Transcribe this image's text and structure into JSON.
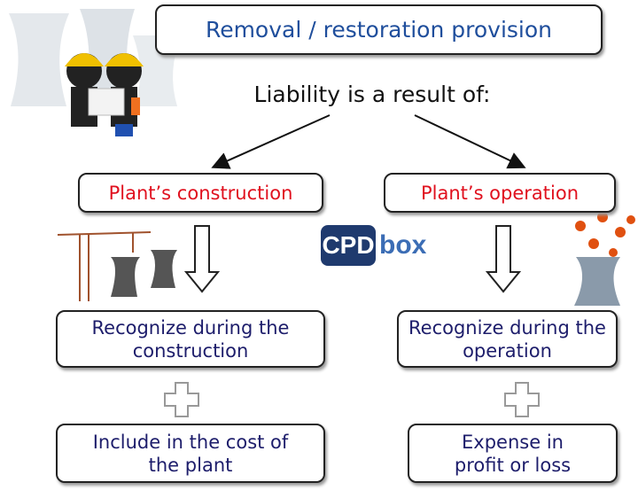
{
  "title": "Removal / restoration provision",
  "subtitle": "Liability is a result of:",
  "branches": [
    {
      "cause": "Plant’s construction",
      "recognize": "Recognize during the construction",
      "treatment": "Include in the cost of the plant"
    },
    {
      "cause": "Plant’s operation",
      "recognize": "Recognize during the operation",
      "treatment": "Expense in profit or loss"
    }
  ],
  "logo": {
    "part1": "CPD",
    "part2": "box"
  },
  "colors": {
    "title": "#1f4e9c",
    "cause": "#e0101e",
    "body": "#1d1d6b",
    "logo": "#1f3a6e"
  }
}
